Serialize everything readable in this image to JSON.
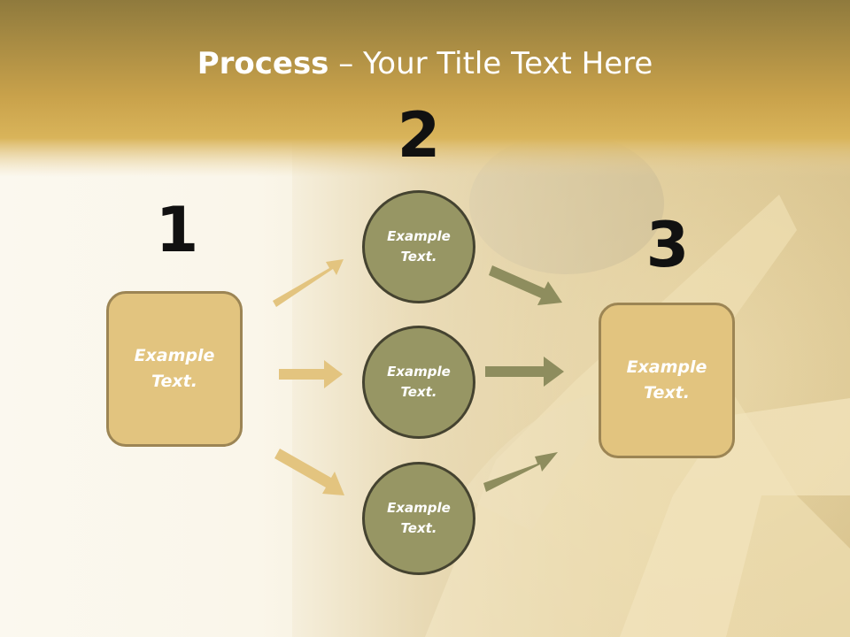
{
  "slide": {
    "title_bold": "Process",
    "title_rest": " – Your Title Text Here"
  },
  "steps": {
    "one": {
      "number": "1",
      "text": "Example Text."
    },
    "two": {
      "number": "2",
      "items": [
        {
          "text": "Example Text."
        },
        {
          "text": "Example Text."
        },
        {
          "text": "Example Text."
        }
      ]
    },
    "three": {
      "number": "3",
      "text": "Example Text."
    }
  },
  "colors": {
    "header_band": "#c9a24b",
    "box_fill": "#e2c47f",
    "box_border": "#9c8554",
    "circle_fill": "#979664",
    "circle_border": "#454330",
    "left_arrow": "#e3c47f",
    "right_arrow": "#8e8d5e"
  }
}
